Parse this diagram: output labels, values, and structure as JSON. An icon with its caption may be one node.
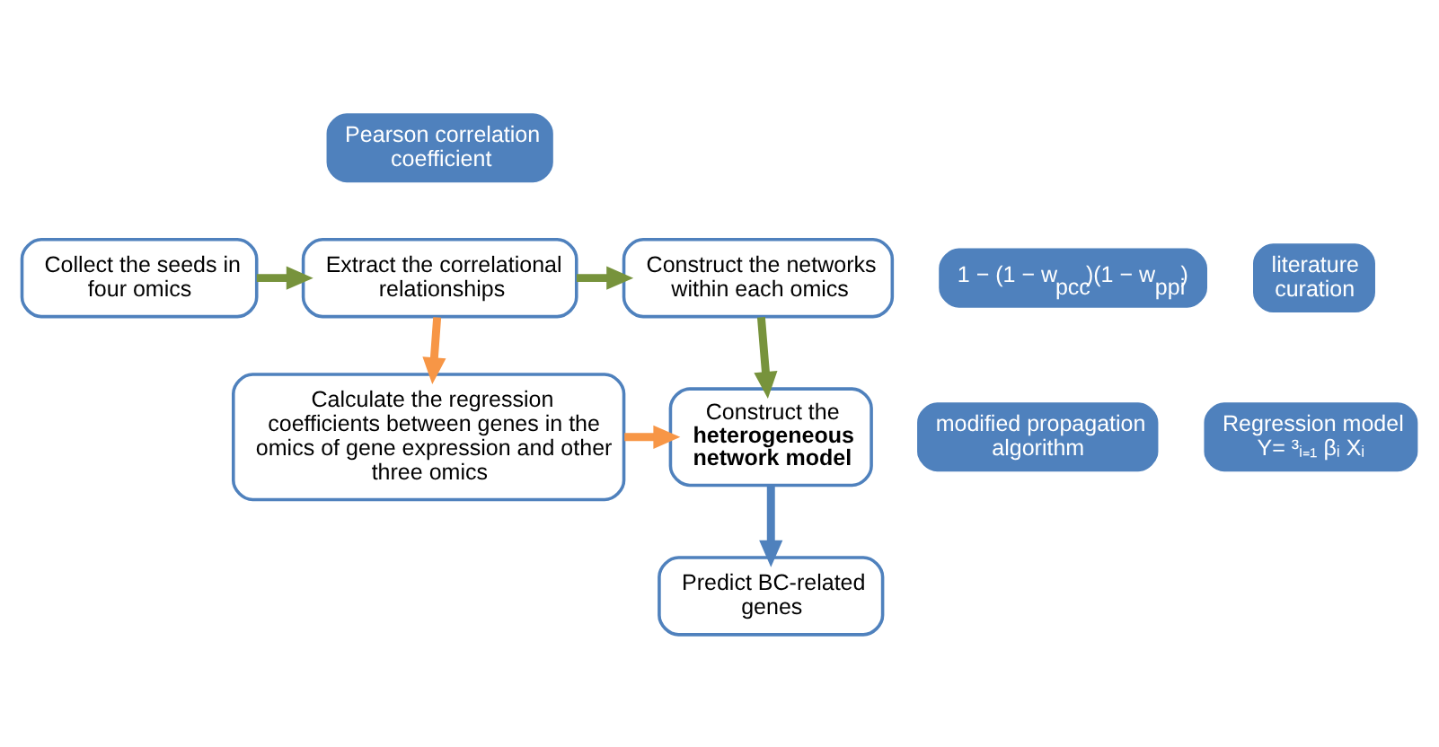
{
  "diagram": {
    "nodes": [
      {
        "text": [
          "Collect the seeds in four omics"
        ]
      },
      {
        "text": [
          "literature curation"
        ]
      },
      {
        "text": [
          "Pearson correlation coefficient"
        ]
      },
      {
        "text": [
          "Extract the correlational relationships"
        ]
      },
      {
        "text": [
          "Construct the networks within each omics"
        ]
      },
      {
        "text": [
          "1 − (1 − w$_{pcc}$)(1 − w$_{ppi}$)"
        ]
      },
      {
        "text": [
          "Calculate the regression coefficients between genes in the omics of gene expression and other three omics"
        ]
      },
      {
        "text": [
          "Regression model",
          "Y= ³ᵢ₌₁ βᵢ Xᵢ"
        ]
      },
      {
        "text": [
          "Construct the **heterogeneous network model**"
        ]
      },
      {
        "text": [
          "modified propagation algorithm"
        ]
      },
      {
        "text": [
          "Predict BC-related genes"
        ]
      }
    ],
    "edges": [
      {
        "from": 0,
        "to": 3,
        "arrow": "to",
        "color": "#77933c"
      },
      {
        "from": 3,
        "to": 4,
        "arrow": "to",
        "color": "#77933c"
      },
      {
        "from": 3,
        "to": 6,
        "arrow": "to",
        "color": "#f79646"
      },
      {
        "from": 6,
        "to": 8,
        "arrow": "to",
        "color": "#f79646"
      },
      {
        "from": 4,
        "to": 8,
        "arrow": "to",
        "color": "#77933c"
      },
      {
        "from": 8,
        "to": 10,
        "arrow": "to",
        "color": "#4f81bd"
      }
    ]
  }
}
